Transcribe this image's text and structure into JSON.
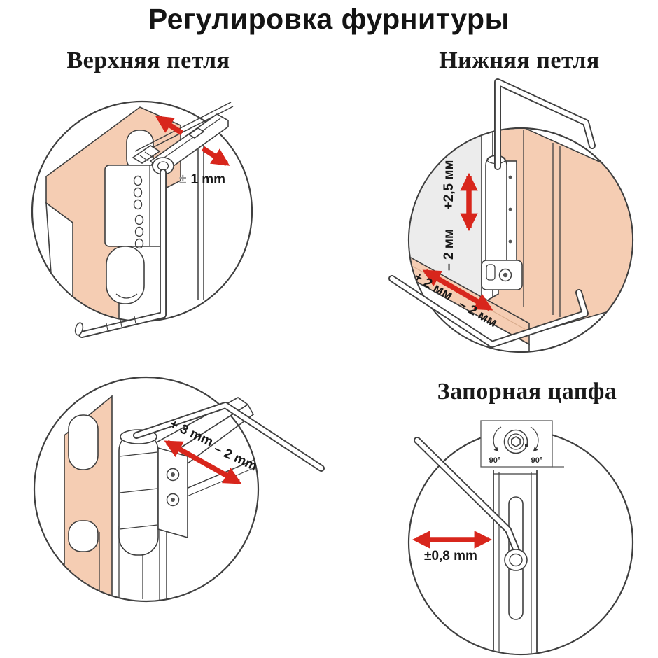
{
  "title": "Регулировка фурнитуры",
  "sections": {
    "upper_hinge": {
      "label": "Верхняя петля",
      "pm_sign": "±",
      "adjustment": "1 mm"
    },
    "lower_hinge": {
      "label": "Нижняя петля",
      "vertical_plus": "+2,5 мм",
      "vertical_minus": "– 2 мм",
      "lateral_plus": "+ 2 мм",
      "lateral_minus": "– 2 мм"
    },
    "side_hinge": {
      "plus": "+ 3 mm",
      "minus": "– 2 mm"
    },
    "locking_cam": {
      "label": "Запорная цапфа",
      "rotate_left": "90°",
      "rotate_right": "90°",
      "adjustment": "±0,8 mm"
    }
  },
  "colors": {
    "red": "#d8261c",
    "peach": "#f5cdb3",
    "gray": "#ececec",
    "line": "#3f3f3f"
  }
}
